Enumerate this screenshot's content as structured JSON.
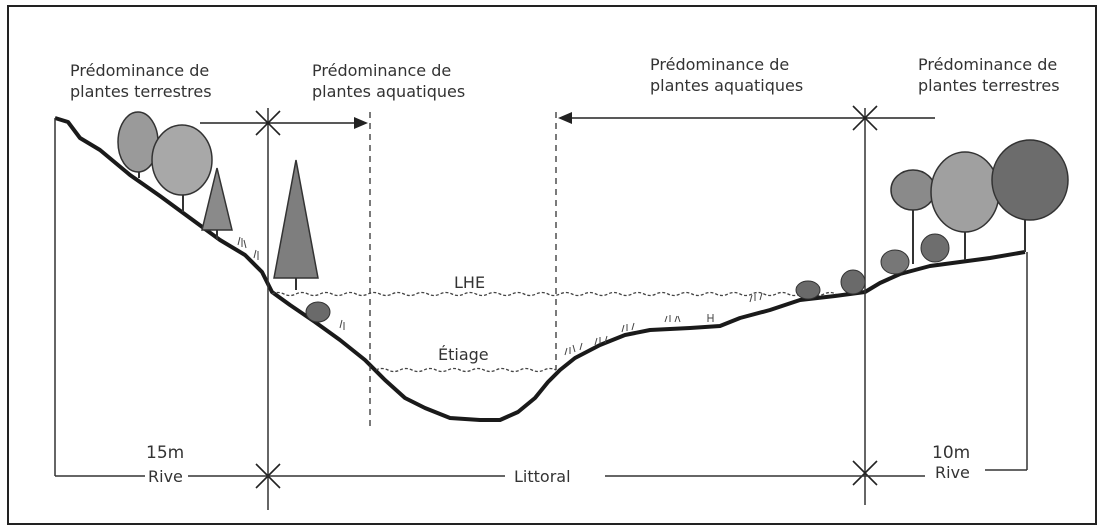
{
  "labels": {
    "left_terrestrial_line1": "Prédominance de",
    "left_terrestrial_line2": "plantes terrestres",
    "left_aquatic_line1": "Prédominance de",
    "left_aquatic_line2": "plantes  aquatiques",
    "right_aquatic_line1": "Prédominance de",
    "right_aquatic_line2": "plantes aquatiques",
    "right_terrestrial_line1": "Prédominance de",
    "right_terrestrial_line2": "plantes terrestres",
    "lhe": "LHE",
    "etiage": "Étiage",
    "left_width": "15m",
    "left_rive": "Rive",
    "littoral": "Littoral",
    "right_width": "10m",
    "right_rive": "Rive"
  },
  "colors": {
    "ink": "#1a1a1a",
    "tree_fill": "#9a9a9a",
    "tree_dark": "#555555"
  }
}
